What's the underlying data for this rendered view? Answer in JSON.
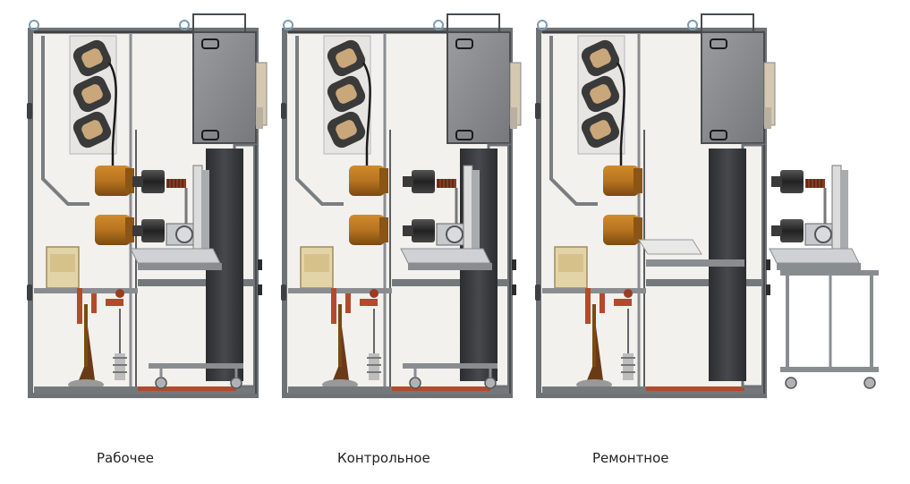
{
  "figure": {
    "panels": [
      {
        "id": "working",
        "caption": "Рабочее"
      },
      {
        "id": "test",
        "caption": "Контрольное"
      },
      {
        "id": "maintenance",
        "caption": "Ремонтное"
      }
    ],
    "colors": {
      "frame": "#6f7275",
      "frame_dark": "#3d3f42",
      "steel_panel": "#8b8e91",
      "dark_block": "#2f3134",
      "insulator": "#b8741f",
      "insulator_dark": "#7a4a12",
      "cable": "#1a1a1a",
      "cream_box": "#e3d4a8",
      "copper": "#b34a2a",
      "back_panel": "#ecebe8"
    }
  }
}
